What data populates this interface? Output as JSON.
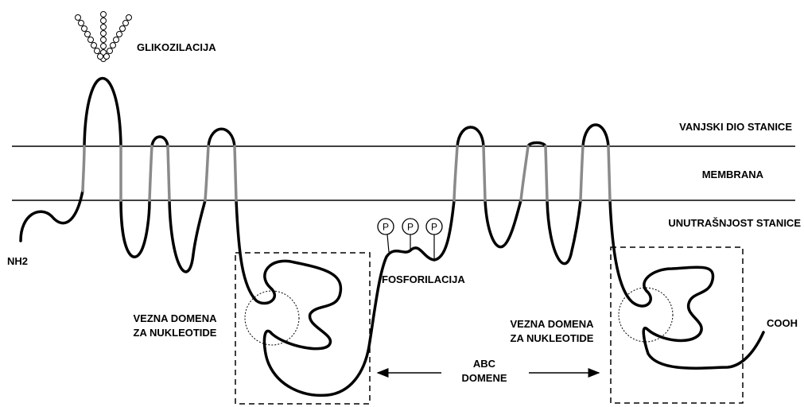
{
  "labels": {
    "glycosylation": "GLIKOZILACIJA",
    "outside": "VANJSKI DIO STANICE",
    "membrane": "MEMBRANA",
    "inside": "UNUTRAŠNJOST STANICE",
    "n_terminus": "NH2",
    "c_terminus": "COOH",
    "phosphorylation": "FOSFORILACIJA",
    "binding_domain_left_line1": "VEZNA DOMENA",
    "binding_domain_left_line2": "ZA NUKLEOTIDE",
    "binding_domain_right_line1": "VEZNA DOMENA",
    "binding_domain_right_line2": "ZA NUKLEOTIDE",
    "abc_line1": "ABC",
    "abc_line2": "DOMENE"
  },
  "phospho_groups": [
    "P",
    "P",
    "P"
  ],
  "colors": {
    "chain": "#000000",
    "transmembrane": "#8a8a8a",
    "membrane_lines": "#000000"
  }
}
